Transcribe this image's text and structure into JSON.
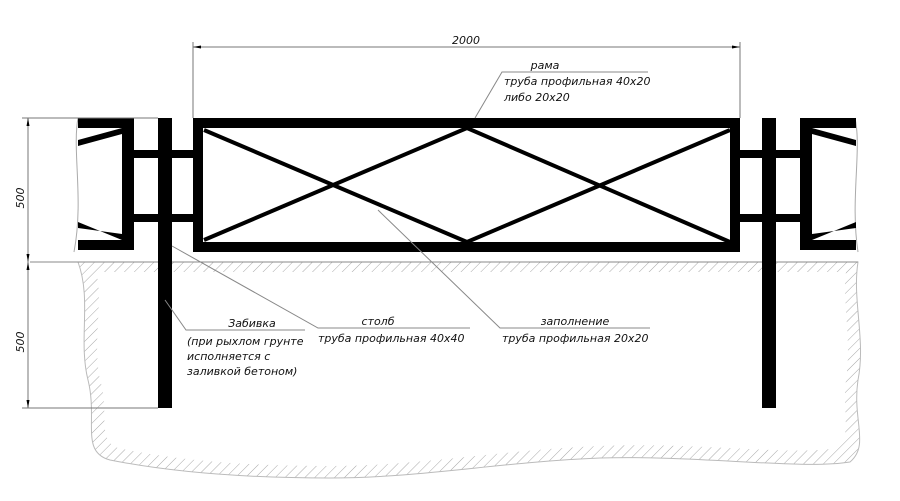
{
  "dimensions": {
    "width": "2000",
    "height_above": "500",
    "height_below": "500"
  },
  "callouts": {
    "frame": {
      "title": "рама",
      "line1": "труба профильная 40х20",
      "line2": "либо 20х20"
    },
    "post": {
      "title": "столб",
      "line1": "труба профильная 40х40"
    },
    "infill": {
      "title": "заполнение",
      "line1": "труба профильная 20х20"
    },
    "driving": {
      "title": "Забивка",
      "line1": "(при рыхлом грунте",
      "line2": "исполняется с",
      "line3": "заливкой бетоном)"
    }
  },
  "colors": {
    "steel": "#000000",
    "hatch": "#9a9a9a",
    "dim": "#777777"
  }
}
